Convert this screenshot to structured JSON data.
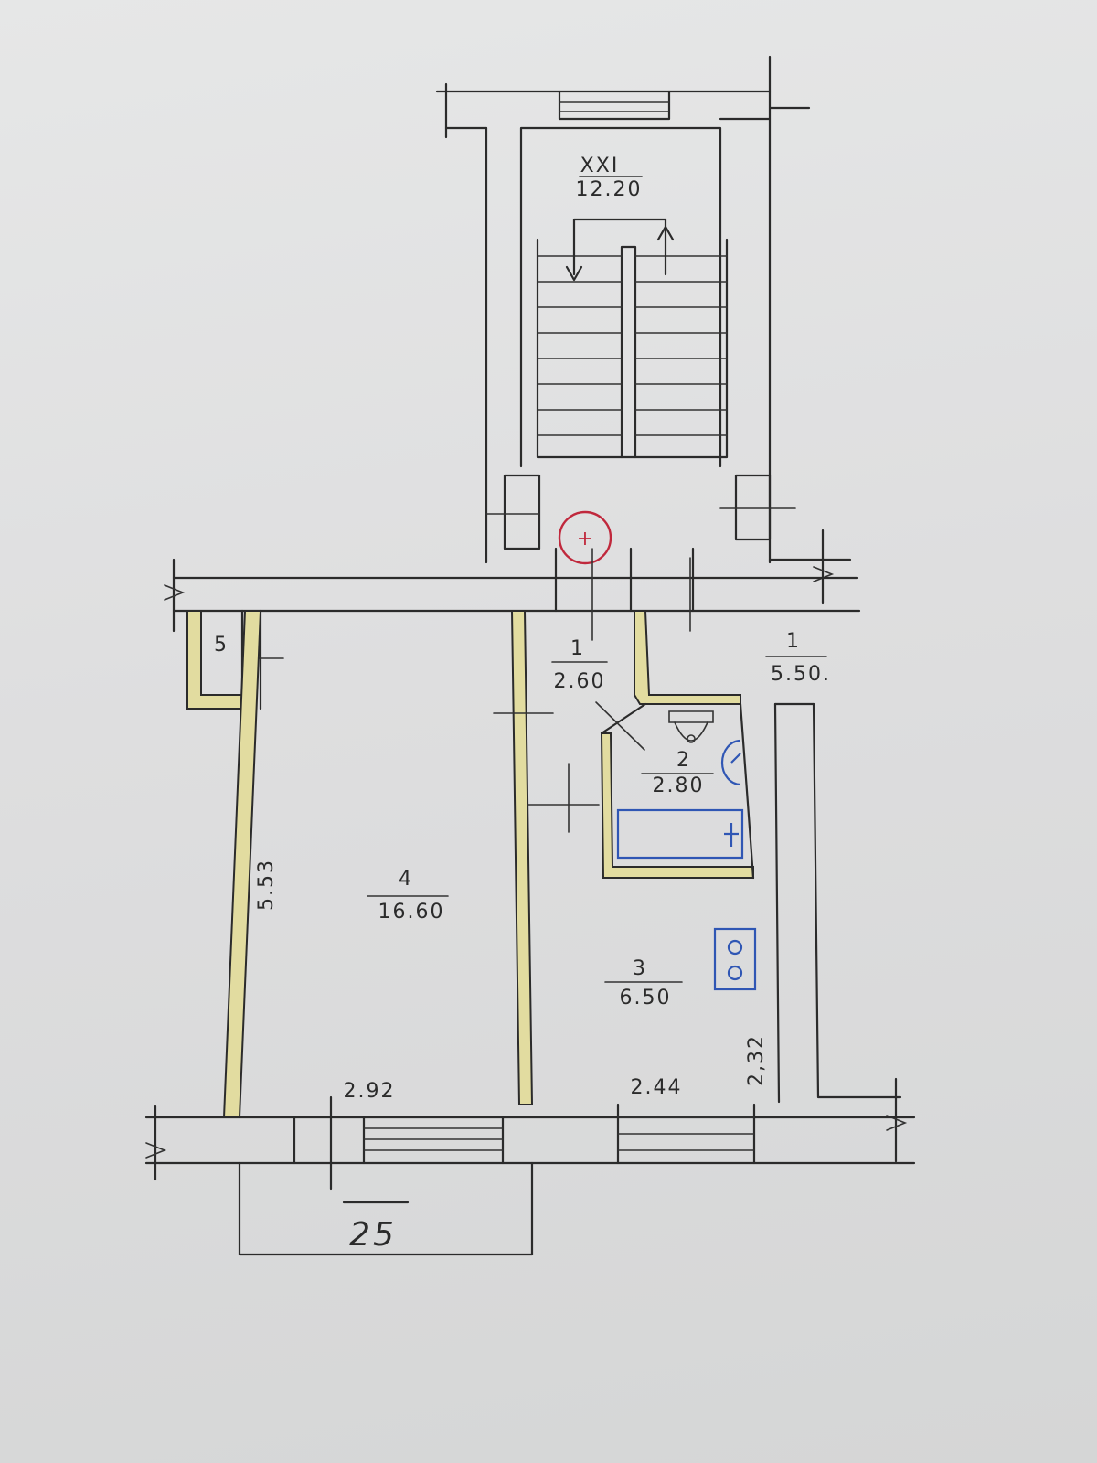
{
  "stair": {
    "number": "XXI",
    "area": "12.20"
  },
  "stamp": {
    "text": "+"
  },
  "rooms": [
    {
      "number": "1",
      "area": "2.60"
    },
    {
      "number": "1",
      "area": "5.50."
    },
    {
      "number": "2",
      "area": "2.80"
    },
    {
      "number": "3",
      "area": "6.50"
    },
    {
      "number": "4",
      "area": "16.60"
    },
    {
      "number": "5"
    }
  ],
  "dimensions": {
    "room4_length": "5.53",
    "room4_window": "2.92",
    "room3_window": "2.44",
    "room3_side": "2,32",
    "balcony_width": "25"
  },
  "fixtures": [
    "toilet-icon",
    "washbasin-icon",
    "bathtub-icon",
    "stove-icon"
  ],
  "colors": {
    "ink": "#2b2b2b",
    "partition_fill": "#e2dca0",
    "fixtures_blue": "#2f56b4",
    "stamp_red": "#c0283c"
  }
}
